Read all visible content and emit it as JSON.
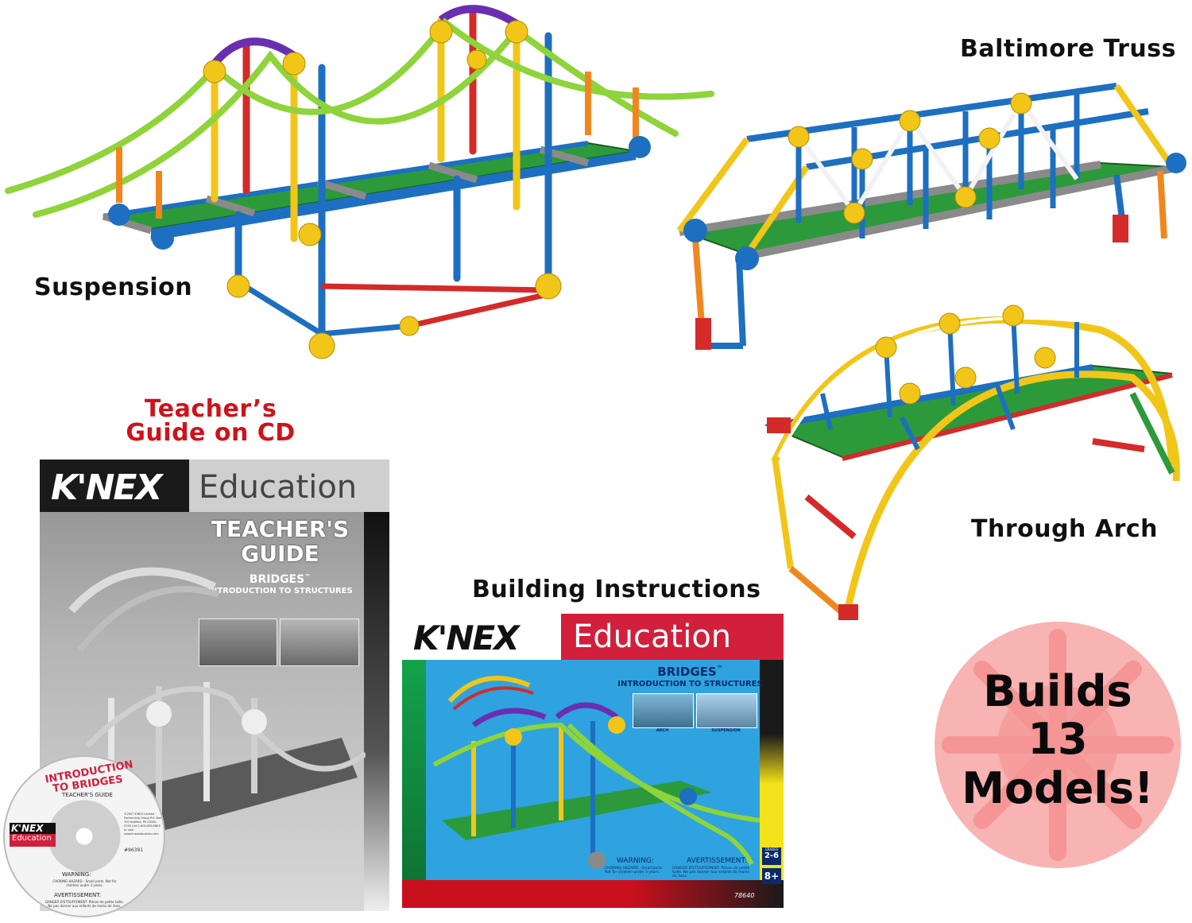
{
  "labels": {
    "suspension": "Suspension",
    "baltimore_truss": "Baltimore Truss",
    "through_arch": "Through Arch",
    "teachers_guide_line1": "Teacher’s",
    "teachers_guide_line2": "Guide on CD",
    "building_instructions": "Building Instructions"
  },
  "guide_cover": {
    "logo": "K'NEX",
    "education": "Education",
    "title_line1": "TEACHER'S",
    "title_line2": "GUIDE",
    "subtitle": "BRIDGES",
    "subtitle_tm": "™",
    "tagline": "INTRODUCTION TO STRUCTURES"
  },
  "cd": {
    "arc_line1": "INTRODUCTION",
    "arc_line2": "TO BRIDGES",
    "label": "TEACHER'S GUIDE",
    "logo": "K'NEX",
    "education": "Education",
    "item_number": "#96391",
    "warning": "WARNING:",
    "warning_text": "CHOKING HAZARD - Small parts. Not for children under 3 years.",
    "avertissement": "AVERTISSEMENT:",
    "avertissement_text": "DANGER D'ETOUFFEMENT- Pièces de petite taille. Ne pas donner aux enfants de moins de 3ans.",
    "copyright": "©2007 K'NEX Limited Partnership Group P.O. Box 700 Hatfield, PA 19440-0700 Call 1-800-KID-KNEX or visit www.knexeducation.com"
  },
  "instructions_cover": {
    "logo": "K'NEX",
    "education": "Education",
    "title": "BRIDGES",
    "title_tm": "™",
    "tagline": "INTRODUCTION TO STRUCTURES",
    "photo1_caption": "ARCH",
    "photo2_caption": "SUSPENSION",
    "warning": "WARNING:",
    "warning_text": "CHOKING HAZARD - Small parts. Not for children under 3 years.",
    "avertissement": "AVERTISSEMENT:",
    "avertissement_text": "DANGER D'ETOUFFEMENT- Pièces de petite taille. Ne pas donner aux enfants de moins de 3ans.",
    "grades_label": "GRADES",
    "grades": "2-6",
    "age": "8+",
    "item_number": "78640"
  },
  "badge": {
    "line1": "Builds",
    "line2": "13",
    "line3": "Models!"
  },
  "colors": {
    "knex_red": "#d21f3c",
    "label_red": "#d0121b",
    "rod_blue": "#1d6fc1",
    "rod_yellow": "#f2c619",
    "rod_green": "#2c9a3a",
    "rod_red": "#d42a2a",
    "rod_orange": "#f0871e",
    "rod_purple": "#6a2fb0",
    "rod_lightgreen": "#8ed43a",
    "badge_pink": "#f8b3b3"
  }
}
